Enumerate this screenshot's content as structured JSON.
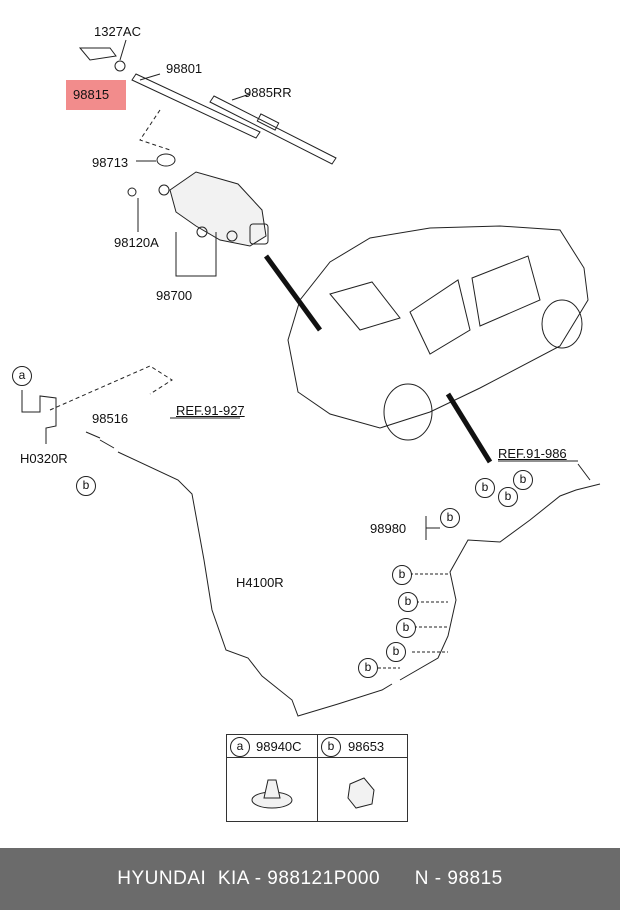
{
  "labels": {
    "p1327AC": "1327AC",
    "p98815": "98815",
    "p98801": "98801",
    "p9885RR": "9885RR",
    "p98713": "98713",
    "p98120A": "98120A",
    "p98700": "98700",
    "p98516": "98516",
    "pH0320R": "H0320R",
    "pH4100R": "H4100R",
    "p98980": "98980",
    "ref_91_927": "REF.91-927",
    "ref_91_986": "REF.91-986"
  },
  "callouts": {
    "a": "a",
    "b": "b"
  },
  "legend": {
    "a_letter": "a",
    "a_part": "98940C",
    "b_letter": "b",
    "b_part": "98653"
  },
  "footer": {
    "brand": "HYUNDAI  KIA - 988121P000",
    "number": "N - 98815"
  },
  "colors": {
    "highlight": "#f28c8c",
    "footer_bg": "#6b6b6b"
  }
}
